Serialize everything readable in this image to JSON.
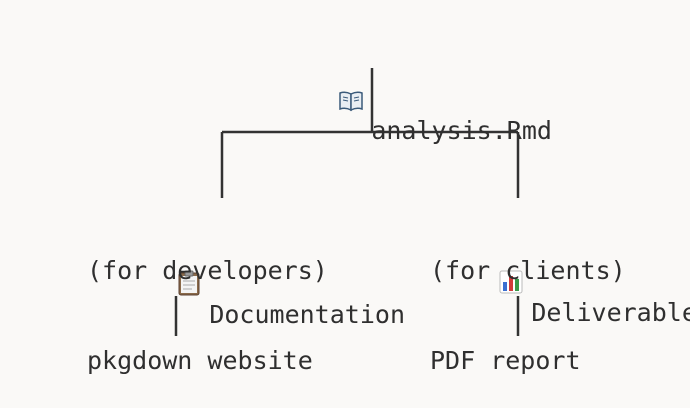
{
  "root": {
    "icon": "open-book-icon",
    "label": "analysis.Rmd"
  },
  "left": {
    "icon": "clipboard-icon",
    "title": "Documentation",
    "subtitle": "(for developers)",
    "output": "pkgdown website"
  },
  "right": {
    "icon": "bar-chart-icon",
    "title": "Deliverable",
    "subtitle": "(for clients)",
    "output": "PDF report"
  },
  "colors": {
    "background": "#faf9f7",
    "text": "#2f2f2f",
    "lines": "#333333"
  }
}
